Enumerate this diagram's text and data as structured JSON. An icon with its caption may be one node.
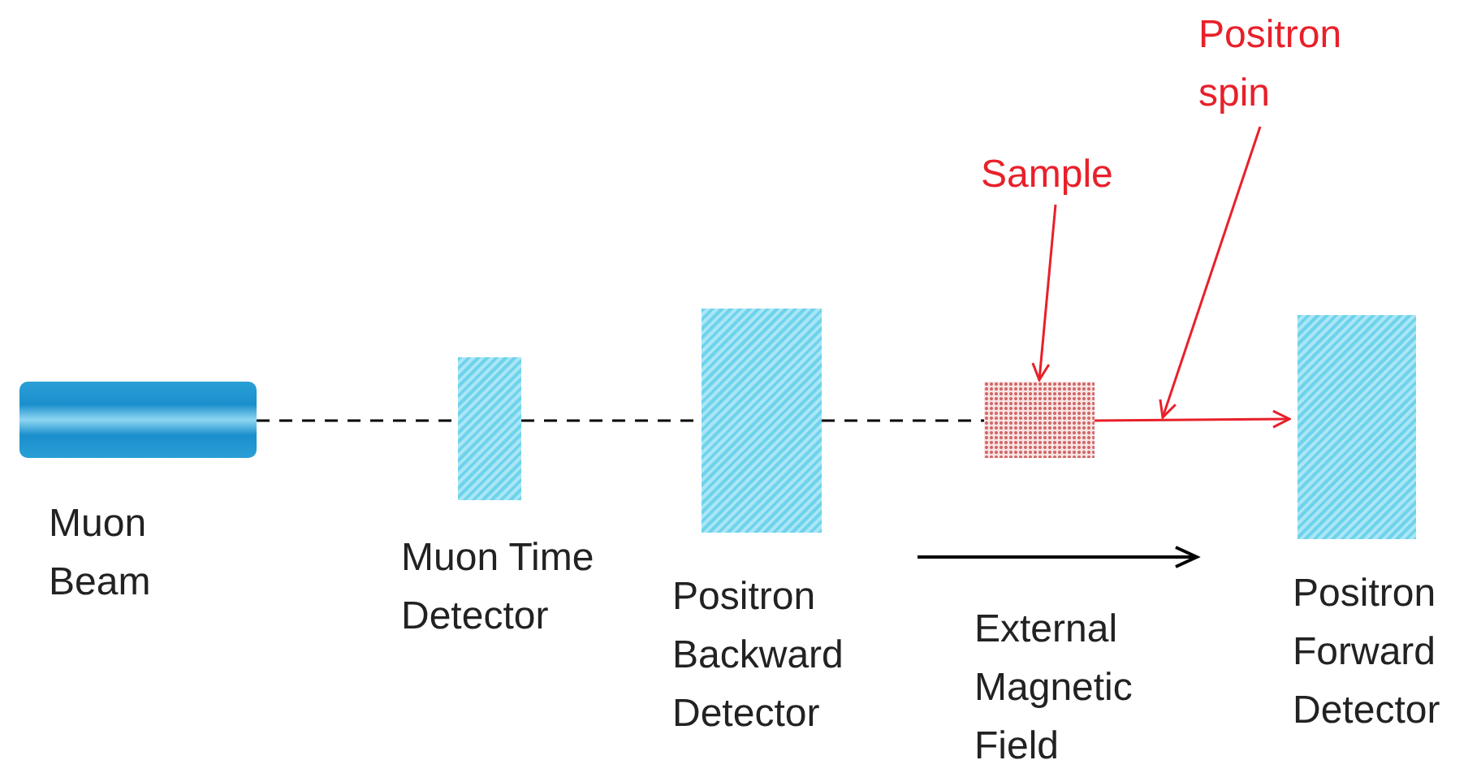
{
  "diagram": {
    "nodes": [
      {
        "text": [
          "Muon Beam"
        ]
      },
      {
        "text": [
          "Muon Time Detector"
        ]
      },
      {
        "text": [
          "Positron Backward Detector"
        ]
      },
      {
        "text": [],
        "shape": "box"
      },
      {
        "text": [
          "Sample"
        ]
      },
      {
        "text": [
          "Positron spin"
        ]
      },
      {
        "text": [
          "Positron Forward Detector"
        ]
      }
    ],
    "edges": [
      {
        "from": 0,
        "to": 1,
        "arrow": "none",
        "style": "dashed"
      },
      {
        "from": 1,
        "to": 2,
        "arrow": "none",
        "style": "dashed"
      },
      {
        "from": 2,
        "to": 3,
        "arrow": "none",
        "style": "dashed"
      },
      {
        "from": 3,
        "to": 6,
        "arrow": "to",
        "color": "#e8202a"
      },
      {
        "from": 4,
        "to": 3,
        "arrow": "to",
        "color": "#e8202a"
      },
      {
        "from": 5,
        "to": null,
        "arrow": "to",
        "color": "#e8202a"
      }
    ],
    "labels": [
      "External Magnetic Field"
    ]
  }
}
